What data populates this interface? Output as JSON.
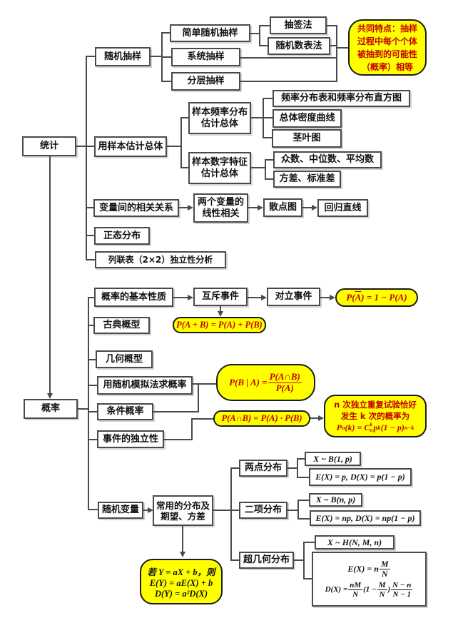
{
  "colors": {
    "bubble_yellow": "#ffff00",
    "formula_red": "#c40000",
    "line_gray": "#4a4a4a"
  },
  "stat": {
    "root": "统计",
    "sampling": {
      "label": "随机抽样",
      "simple": "简单随机抽样",
      "lottery": "抽签法",
      "table": "随机数表法",
      "systematic": "系统抽样",
      "stratified": "分层抽样",
      "note": {
        "l1": "共同特点：抽样",
        "l2": "过程中每个个体",
        "l3": "被抽到的可能性",
        "l4": "（概率）相等"
      }
    },
    "estimate": {
      "label": "用样本估计总体",
      "freq": {
        "l1": "样本频率分布",
        "l2": "估计总体",
        "table_hist": "频率分布表和频率分布直方图",
        "density": "总体密度曲线",
        "stem": "茎叶图"
      },
      "num": {
        "l1": "样本数字特征",
        "l2": "估计总体",
        "central": "众数、中位数、平均数",
        "dispersion": "方差、标准差"
      }
    },
    "corr": {
      "label": "变量间的相关关系",
      "two_var": {
        "l1": "两个变量的",
        "l2": "线性相关"
      },
      "scatter": "散点图",
      "regression": "回归直线"
    },
    "normal": "正态分布",
    "contingency": "列联表（2×2）独立性分析"
  },
  "prob": {
    "root": "概率",
    "basic": "概率的基本性质",
    "mutex": "互斥事件",
    "complement": "对立事件",
    "f_complement": {
      "pre": "P( ",
      "bar": "A",
      "post": " ) = 1 − P(A)"
    },
    "f_addition": "P(A + B) = P(A) + P(B)",
    "classical": "古典概型",
    "geometric": "几何概型",
    "simulation": "用随机模拟法求概率",
    "conditional": "条件概率",
    "f_conditional": {
      "lead": "P(B | A) = ",
      "num": "P(A∩B)",
      "den": "P(A)"
    },
    "independence": "事件的独立性",
    "f_mult": "P(A∩B) = P(A) · P(B)",
    "bern": {
      "l1": "n 次独立重复试验恰好",
      "l2": "发生 k 次的概率为",
      "f": {
        "p": "P",
        "psub": "n",
        "t1": "(k) = C",
        "csup": "k",
        "csub": "n",
        "t2": " p",
        "psup": "k",
        "t3": "(1 − p)",
        "esup": "n−k"
      }
    },
    "rv": "随机变量",
    "dist": {
      "l1": "常用的分布及",
      "l2": "期望、方差"
    },
    "two_point": {
      "label": "两点分布",
      "model": "X ~ B(1, p)",
      "ev": "E(X) = p, D(X) = p(1 − p)"
    },
    "binomial": {
      "label": "二项分布",
      "model": "X ~ B(n, p)",
      "ev": "E(X) = np, D(X) = np(1 − p)"
    },
    "hyper": {
      "label": "超几何分布",
      "model": "X ~ H(N, M, n)",
      "e": {
        "lead": "E(X) = n ",
        "num": "M",
        "den": "N"
      },
      "d": {
        "lead": "D(X) = ",
        "f1n": "nM",
        "f1d": "N",
        "m1": "(1 − ",
        "f2n": "M",
        "f2d": "N",
        "m2": ") ",
        "f3n": "N − n",
        "f3d": "N − 1"
      }
    },
    "linear": {
      "l1": "若 Y = aX + b，则",
      "l2": "E(Y) = aE(X) + b",
      "l3": "D(Y) = a²D(X)"
    }
  }
}
